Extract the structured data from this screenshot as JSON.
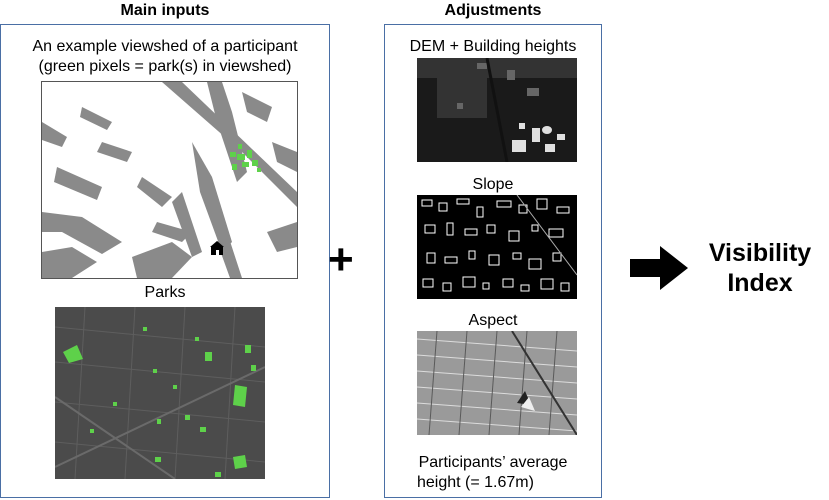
{
  "left_section": {
    "heading": "Main inputs",
    "viewshed_caption_line1": "An example viewshed of a participant",
    "viewshed_caption_line2": "(green pixels = park(s) in viewshed)",
    "parks_caption": "Parks"
  },
  "operator": "+",
  "right_section": {
    "heading": "Adjustments",
    "dem_caption": "DEM + Building heights",
    "slope_caption": "Slope",
    "aspect_caption": "Aspect",
    "height_line1": "Participants’ average",
    "height_line2": "height (= 1.67m)"
  },
  "output": {
    "line1": "Visibility",
    "line2": "Index"
  },
  "colors": {
    "panel_border": "#4a6fa5",
    "park_green": "#5ed14a",
    "viewshed_gray": "#8a8a8a",
    "arrow": "#000000"
  },
  "icons": [
    "house-icon",
    "right-arrow-icon"
  ]
}
